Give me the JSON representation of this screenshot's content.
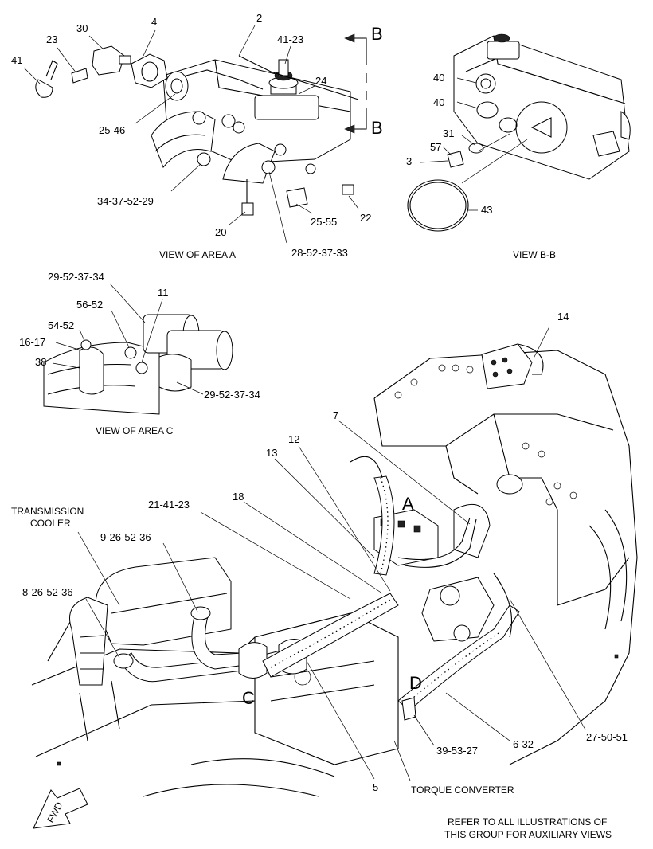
{
  "views": {
    "area_a": {
      "caption": "VIEW OF AREA  A",
      "callouts": [
        "41",
        "23",
        "30",
        "4",
        "2",
        "41-23",
        "24",
        "25-46",
        "34-37-52-29",
        "20",
        "28-52-37-33",
        "25-55",
        "22"
      ]
    },
    "b_b": {
      "caption": "VIEW B-B",
      "section_letters": [
        "B",
        "B"
      ],
      "callouts": [
        "40",
        "40",
        "31",
        "57",
        "3",
        "43"
      ]
    },
    "area_c": {
      "caption": "VIEW OF AREA  C",
      "callouts": [
        "29-52-37-34",
        "56-52",
        "11",
        "54-52",
        "16-17",
        "38",
        "29-52-37-34"
      ]
    },
    "main": {
      "area_letters": [
        "A",
        "C",
        "D"
      ],
      "callouts": [
        "14",
        "7",
        "12",
        "13",
        "18",
        "21-41-23",
        "9-26-52-36",
        "8-26-52-36",
        "27-50-51",
        "6-32",
        "39-53-27",
        "5"
      ],
      "labels": {
        "transmission_cooler_1": "TRANSMISSION",
        "transmission_cooler_2": "COOLER",
        "torque_converter": "TORQUE CONVERTER"
      },
      "fwd_arrow": "FWD"
    }
  },
  "footer": {
    "line1": "REFER TO ALL ILLUSTRATIONS OF",
    "line2": "THIS GROUP FOR AUXILIARY VIEWS"
  }
}
